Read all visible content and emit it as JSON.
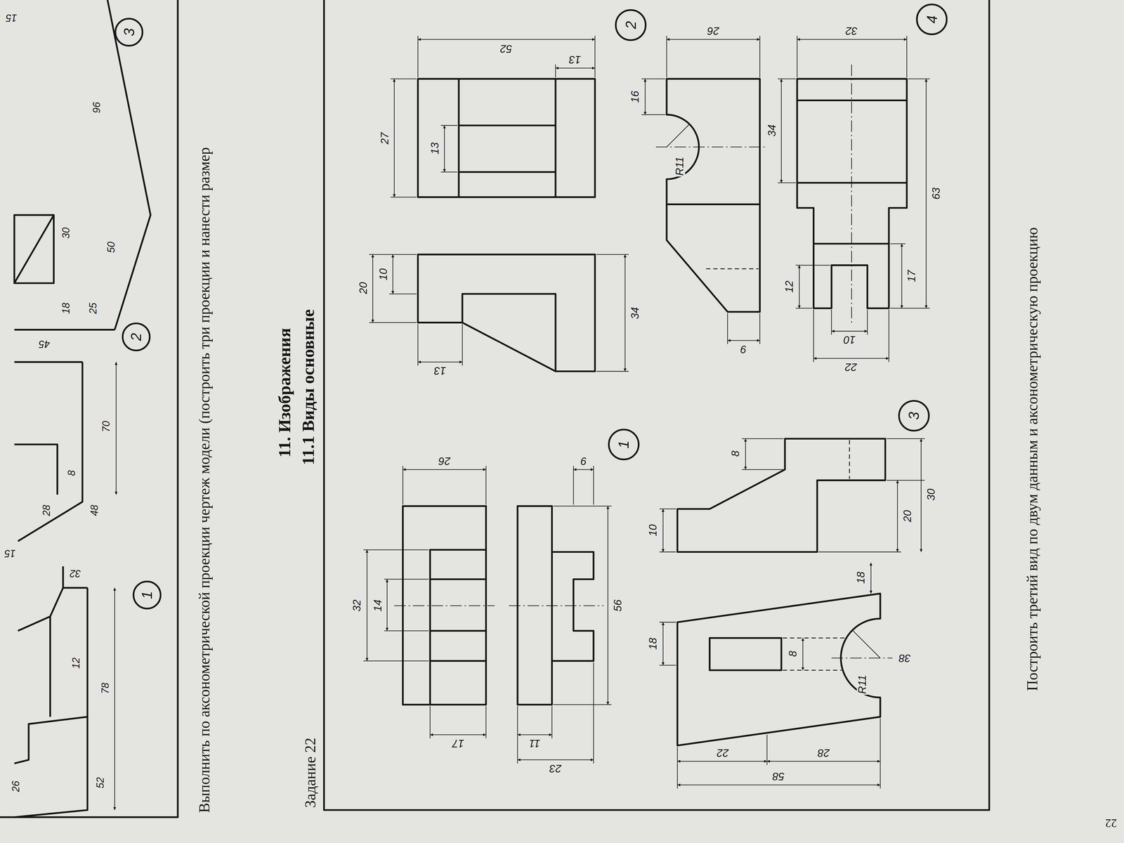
{
  "diagram": {
    "title": "11. Изображения",
    "nodes": [
      {
        "text": [
          "1"
        ]
      },
      {
        "text": [
          "2"
        ]
      },
      {
        "text": [
          "3"
        ]
      },
      {
        "text": [
          "1"
        ]
      },
      {
        "text": [
          "2"
        ]
      },
      {
        "text": [
          "3"
        ]
      },
      {
        "text": [
          "4"
        ]
      }
    ],
    "labels": [
      "Выполнить по аксонометрической проекции чертеж модели (построить три проекции и нанести размер",
      "26",
      "52",
      "78",
      "12",
      "32",
      "15",
      "28",
      "48",
      "8",
      "70",
      "45",
      "18",
      "25",
      "30",
      "50",
      "96",
      "15",
      "11.1 Виды основные",
      "Задание 22",
      "32",
      "14",
      "26",
      "9",
      "17",
      "11",
      "23",
      "56",
      "20",
      "10",
      "13",
      "34",
      "27",
      "13",
      "52",
      "13",
      "16",
      "R11",
      "26",
      "9",
      "34",
      "32",
      "12",
      "17",
      "63",
      "10",
      "22",
      "8",
      "10",
      "20",
      "30",
      "18",
      "18",
      "8",
      "R11",
      "38",
      "22",
      "28",
      "58",
      "Построить третий вид по двум данным и аксонометрическую проекцию",
      "22"
    ]
  }
}
